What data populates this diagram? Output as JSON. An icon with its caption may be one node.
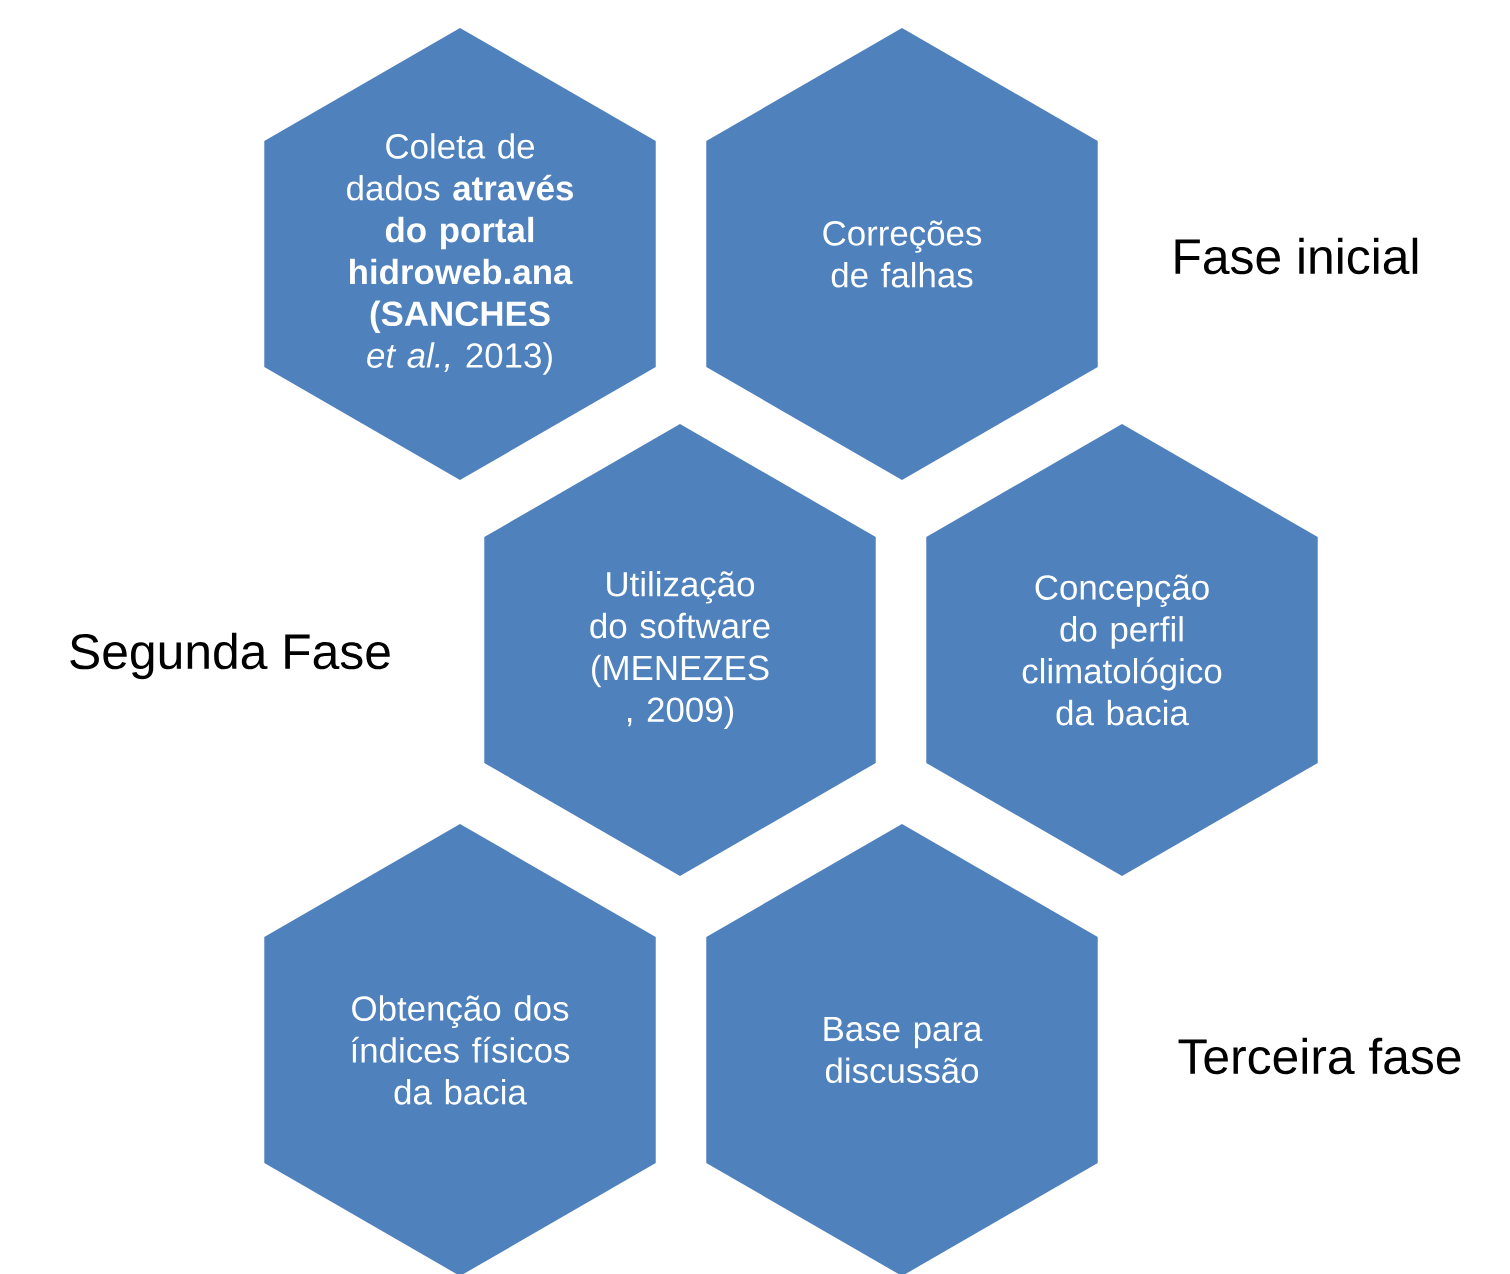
{
  "diagram": {
    "nodes": [
      {
        "text": [
          "Coleta de dados **através do portal hidroweb.ana (SANCHES** *et al.,* 2013)"
        ]
      },
      {
        "text": [
          "Correções de falhas"
        ]
      },
      {
        "text": [
          "Utilização do software (MENEZES , 2009)"
        ]
      },
      {
        "text": [
          "Concepção do perfil climatológico da bacia"
        ]
      },
      {
        "text": [
          "Obtenção dos índices físicos da bacia"
        ]
      },
      {
        "text": [
          "Base para discussão"
        ]
      }
    ],
    "labels": [
      "Fase inicial",
      "Segunda Fase",
      "Terceira fase"
    ]
  }
}
